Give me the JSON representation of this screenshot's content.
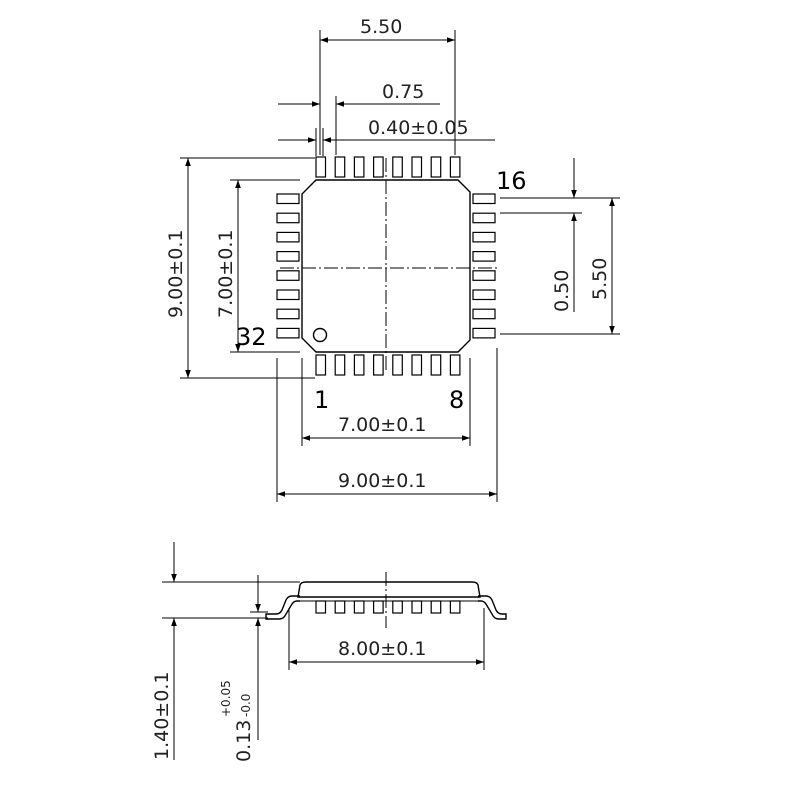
{
  "top_view": {
    "pin_labels": {
      "pin1": "1",
      "pin8": "8",
      "pin16": "16",
      "pin32": "32"
    },
    "dims": {
      "top_span": "5.50",
      "lead_width": "0.75",
      "lead_tol": "0.40±0.05",
      "bottom_body": "7.00±0.1",
      "bottom_overall": "9.00±0.1",
      "left_overall": "9.00±0.1",
      "left_body": "7.00±0.1",
      "right_pitch": "0.50",
      "right_span": "5.50"
    }
  },
  "side_view": {
    "dims": {
      "length": "8.00±0.1",
      "height": "1.40±0.1",
      "standoff_base": "0.13",
      "standoff_plus": "+0.05",
      "standoff_minus": "-0.0"
    }
  }
}
